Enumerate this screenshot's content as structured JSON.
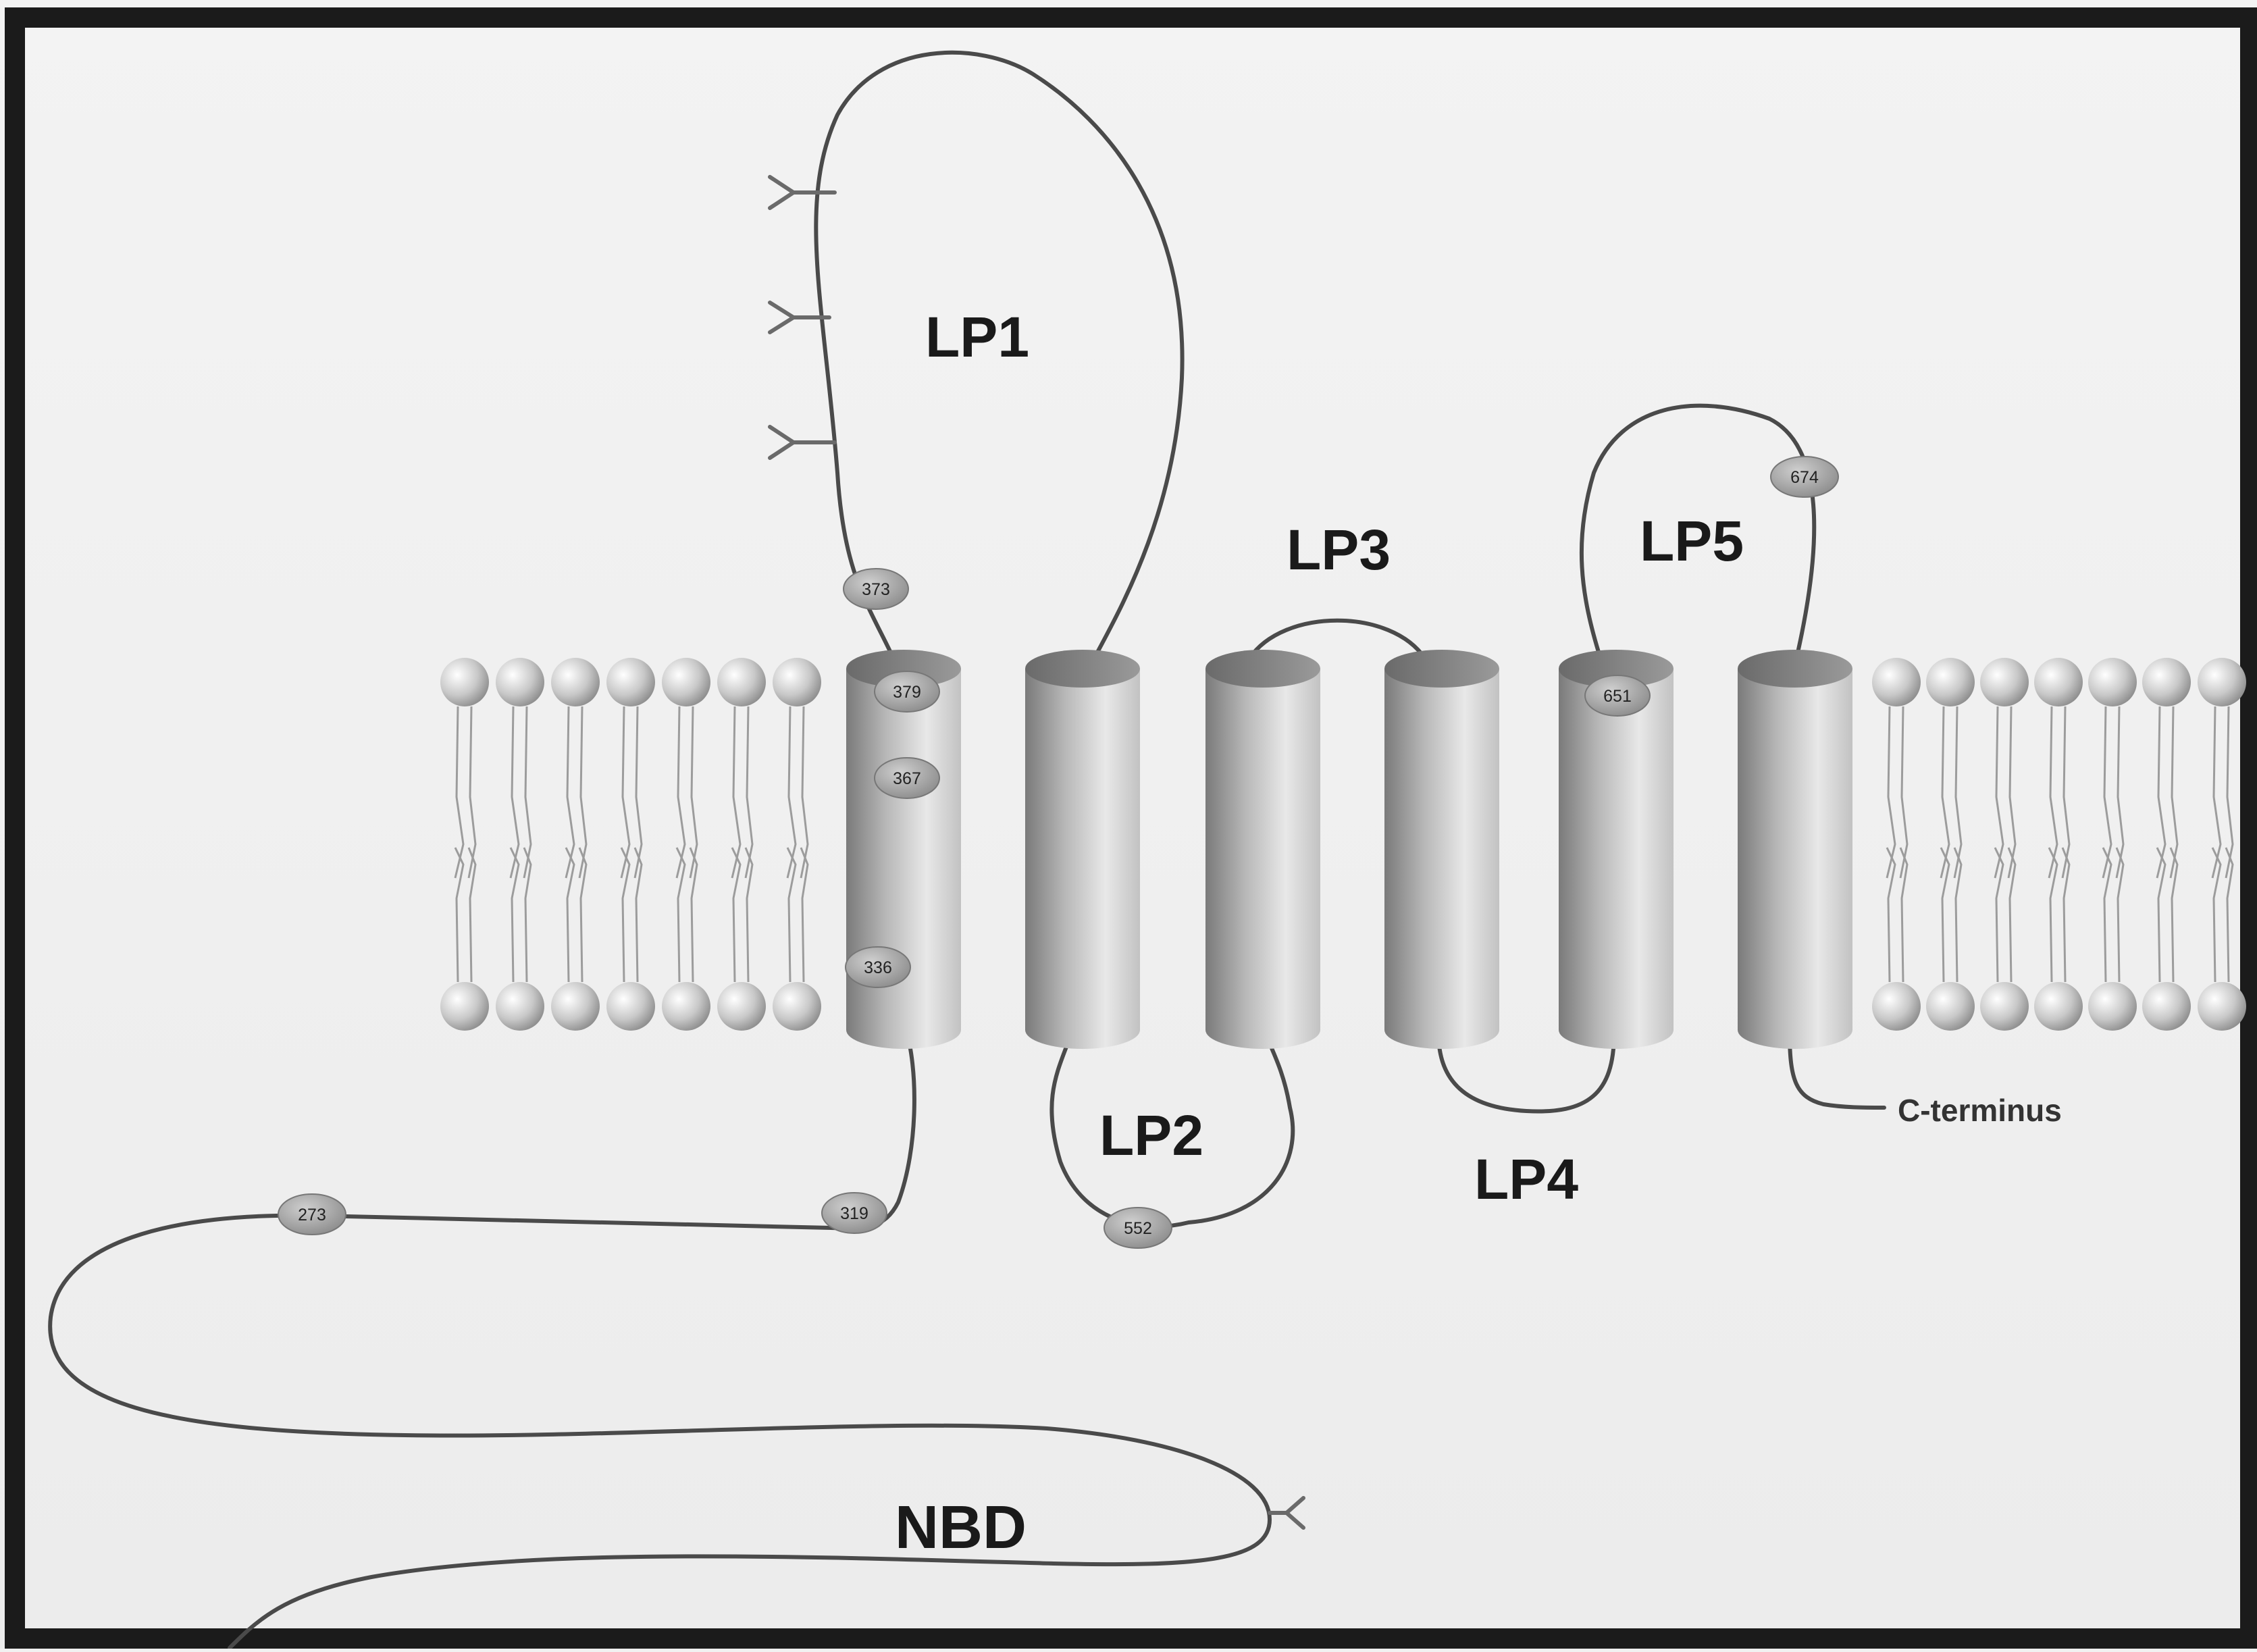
{
  "labels": {
    "lp1": "LP1",
    "lp2": "LP2",
    "lp3": "LP3",
    "lp4": "LP4",
    "lp5": "LP5",
    "nbd": "NBD",
    "c_terminus": "C-terminus"
  },
  "residues": {
    "r373": "373",
    "r379": "379",
    "r367": "367",
    "r336": "336",
    "r319": "319",
    "r273": "273",
    "r552": "552",
    "r651": "651",
    "r674": "674"
  },
  "colors": {
    "background": "#f1f1f1",
    "frame": "#1b1b1b",
    "chain": "#4a4a4a",
    "cylinder_dark": "#7a7a7a",
    "cylinder_light": "#e6e6e6",
    "residue_marker": "#9a9a9a",
    "lipid_head": "#c8c8c8"
  },
  "glycosylation_site_icon": "y-branch-icon"
}
